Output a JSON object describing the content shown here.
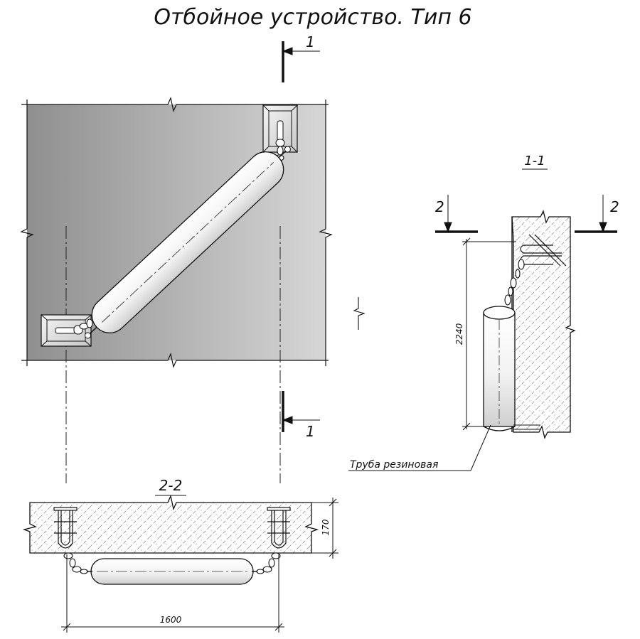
{
  "title": "Отбойное устройство. Тип 6",
  "plan": {
    "section_mark_top": "1",
    "section_mark_bottom": "1"
  },
  "section_1_1": {
    "label": "1-1",
    "cut_mark_left": "2",
    "cut_mark_right": "2",
    "height_dim": "2240",
    "pipe_callout": "Труба резиновая"
  },
  "section_2_2": {
    "label": "2-2",
    "thickness_dim": "170",
    "width_dim": "1600"
  },
  "colors": {
    "plan_fill_dark": "#8f8f8f",
    "plan_fill_light": "#d4d4d4",
    "line": "#111111"
  }
}
